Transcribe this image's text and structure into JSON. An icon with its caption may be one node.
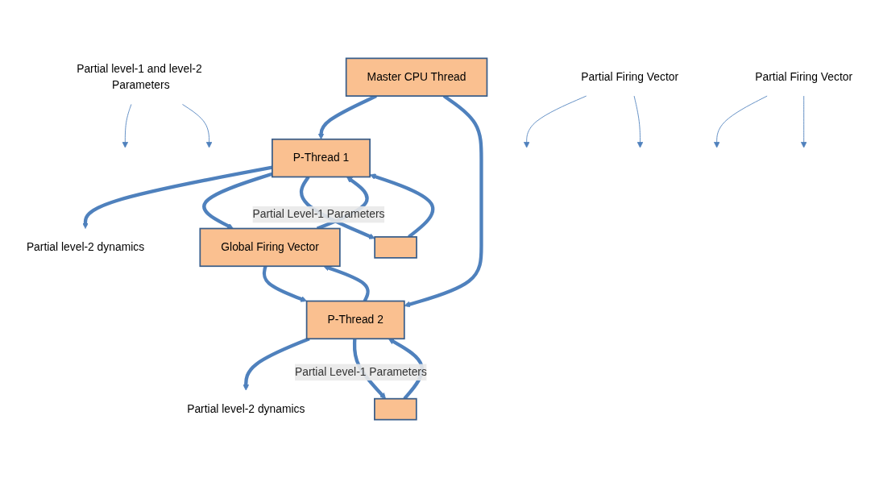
{
  "diagram": {
    "nodes": [
      {
        "text": [
          "Master CPU Thread"
        ]
      },
      {
        "text": [
          "P-Thread 1"
        ]
      },
      {
        "text": [
          "Global Firing Vector"
        ]
      },
      {
        "text": [
          "P-Thread 2"
        ]
      },
      {
        "text": [],
        "shape": "box"
      },
      {
        "text": [],
        "shape": "box"
      },
      {
        "text": [
          "Partial level-2 dynamics"
        ]
      },
      {
        "text": [
          "Partial level-2 dynamics"
        ]
      },
      {
        "text": [
          "Partial level-1 and level-2 Parameters"
        ]
      },
      {
        "text": [
          "Partial Firing Vector"
        ]
      },
      {
        "text": [
          "Partial Firing Vector"
        ]
      }
    ],
    "edges": [
      {
        "from": 0,
        "to": 1,
        "arrow": "to"
      },
      {
        "from": 0,
        "to": 3,
        "arrow": "to"
      },
      {
        "from": 1,
        "to": 6,
        "arrow": "to"
      },
      {
        "from": 3,
        "to": 7,
        "arrow": "to"
      },
      {
        "from": 2,
        "to": 1,
        "arrow": "to"
      },
      {
        "from": 2,
        "to": 3,
        "arrow": "to"
      },
      {
        "from": 1,
        "to": 2,
        "arrow": "to"
      },
      {
        "from": 3,
        "to": 2,
        "arrow": "to"
      },
      {
        "from": 1,
        "to": 4,
        "arrow": "to",
        "label": "Partial Level-1 Parameters"
      },
      {
        "from": 4,
        "to": 1,
        "arrow": "to"
      },
      {
        "from": 3,
        "to": 5,
        "arrow": "to",
        "label": "Partial Level-1 Parameters"
      },
      {
        "from": 5,
        "to": 3,
        "arrow": "to"
      },
      {
        "from": 8,
        "to": null,
        "arrow": "to"
      },
      {
        "from": 8,
        "to": null,
        "arrow": "to"
      },
      {
        "from": 9,
        "to": null,
        "arrow": "to"
      },
      {
        "from": 9,
        "to": null,
        "arrow": "to"
      },
      {
        "from": 10,
        "to": null,
        "arrow": "to"
      },
      {
        "from": 10,
        "to": null,
        "arrow": "to"
      }
    ]
  }
}
